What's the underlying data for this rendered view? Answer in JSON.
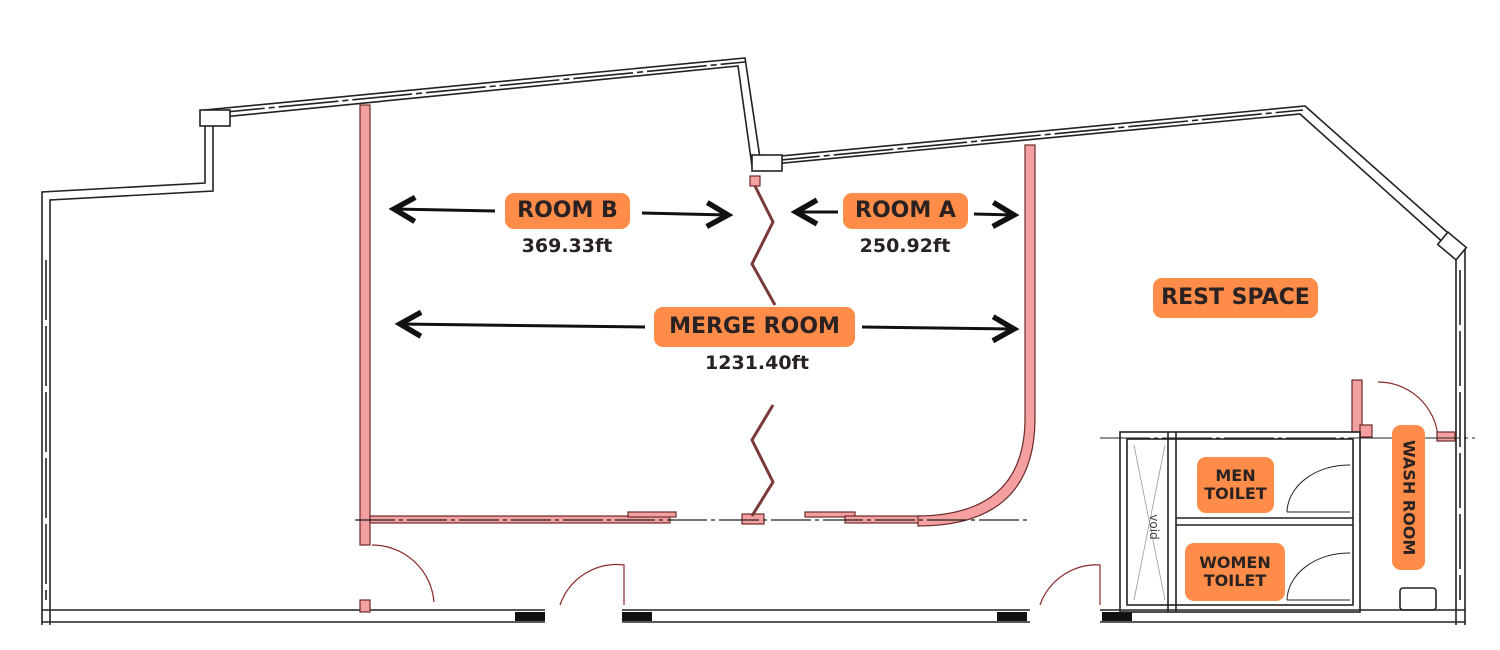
{
  "title": "Floor plan",
  "colors": {
    "label_bg": "#FF8C48",
    "partition": "#F4A0A0",
    "wall": "#222222"
  },
  "rooms": {
    "room_b": {
      "label": "ROOM B",
      "area": "369.33ft"
    },
    "room_a": {
      "label": "ROOM A",
      "area": "250.92ft"
    },
    "merge_room": {
      "label": "MERGE ROOM",
      "area": "1231.40ft"
    },
    "rest_space": {
      "label": "REST SPACE"
    },
    "men_toilet": {
      "label_line1": "MEN",
      "label_line2": "TOILET"
    },
    "women_toilet": {
      "label_line1": "WOMEN",
      "label_line2": "TOILET"
    },
    "wash_room": {
      "label": "WASH ROOM"
    },
    "void": {
      "label": "void"
    }
  }
}
